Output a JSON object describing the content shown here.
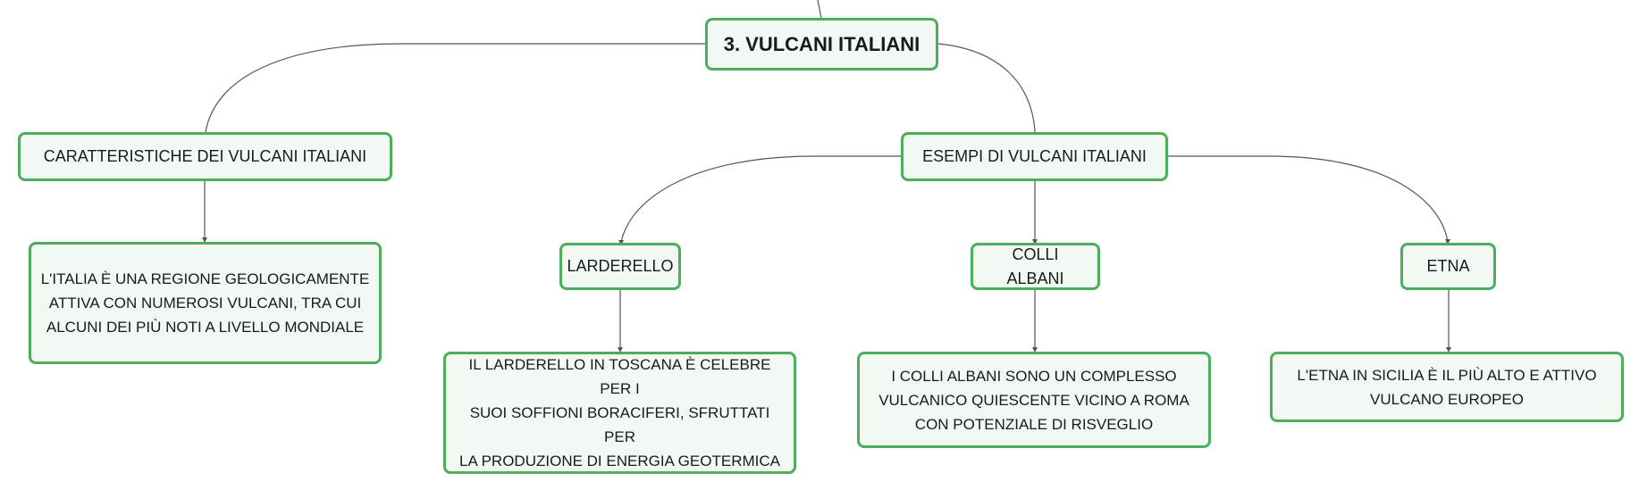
{
  "root": {
    "label": "3. VULCANI ITALIANI"
  },
  "characteristics": {
    "label": "CARATTERISTICHE DEI VULCANI ITALIANI",
    "detail_lines": [
      "L'ITALIA È UNA REGIONE GEOLOGICAMENTE",
      "ATTIVA CON NUMEROSI VULCANI, TRA CUI",
      "ALCUNI DEI PIÙ NOTI A LIVELLO MONDIALE"
    ]
  },
  "examples": {
    "label": "ESEMPI DI VULCANI ITALIANI",
    "items": [
      {
        "label": "LARDERELLO",
        "detail_lines": [
          "IL LARDERELLO IN TOSCANA È CELEBRE PER I",
          "SUOI SOFFIONI BORACIFERI, SFRUTTATI PER",
          "LA PRODUZIONE DI ENERGIA GEOTERMICA"
        ]
      },
      {
        "label": "COLLI ALBANI",
        "detail_lines": [
          "I COLLI ALBANI SONO UN COMPLESSO",
          "VULCANICO QUIESCENTE VICINO A ROMA",
          "CON POTENZIALE DI RISVEGLIO"
        ]
      },
      {
        "label": "ETNA",
        "detail_lines": [
          "L'ETNA IN SICILIA È IL PIÙ ALTO E ATTIVO",
          "VULCANO EUROPEO"
        ]
      }
    ]
  },
  "colors": {
    "node_border": "#4cae5b",
    "node_fill": "#f1f9f2",
    "connector": "#555555"
  }
}
